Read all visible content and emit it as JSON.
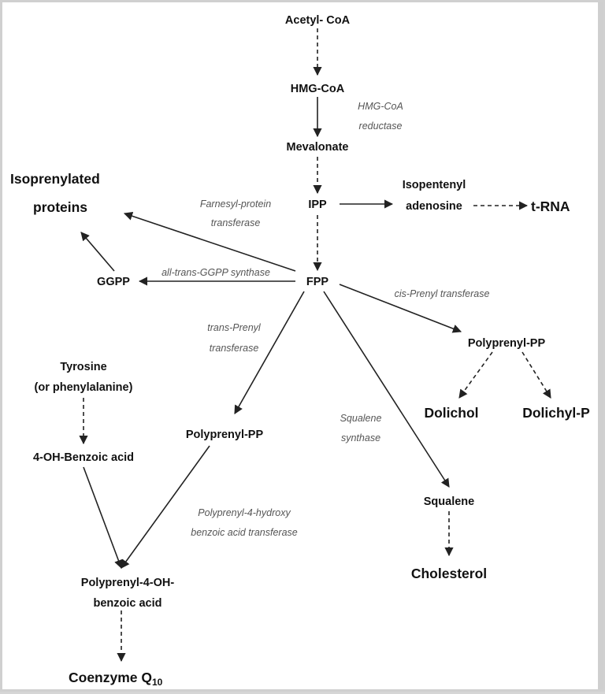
{
  "nodes": {
    "acetyl_coa": "Acetyl- CoA",
    "hmg_coa": "HMG-CoA",
    "mevalonate": "Mevalonate",
    "ipp": "IPP",
    "isopentenyl_line1": "Isopentenyl",
    "isopentenyl_line2": "adenosine",
    "trna": "t-RNA",
    "isoprenylated_line1": "Isoprenylated",
    "isoprenylated_line2": "proteins",
    "ggpp": "GGPP",
    "fpp": "FPP",
    "polyprenyl_pp_right": "Polyprenyl-PP",
    "dolichol": "Dolichol",
    "dolichyl_p": "Dolichyl-P",
    "tyrosine_line1": "Tyrosine",
    "tyrosine_line2": "(or phenylalanine)",
    "oh_benzoic": "4-OH-Benzoic acid",
    "polyprenyl_pp_left": "Polyprenyl-PP",
    "squalene": "Squalene",
    "cholesterol": "Cholesterol",
    "polyprenyl_4oh_line1": "Polyprenyl-4-OH-",
    "polyprenyl_4oh_line2": "benzoic acid",
    "coenzyme_q": "Coenzyme Q",
    "coenzyme_q_sub": "10"
  },
  "enzymes": {
    "hmg_reductase_line1": "HMG-CoA",
    "hmg_reductase_line2": "reductase",
    "farnesyl_line1": "Farnesyl-protein",
    "farnesyl_line2": "transferase",
    "ggpp_synthase": "all-trans-GGPP synthase",
    "cis_prenyl": "cis-Prenyl transferase",
    "trans_prenyl_line1": "trans-Prenyl",
    "trans_prenyl_line2": "transferase",
    "squalene_synthase_line1": "Squalene",
    "squalene_synthase_line2": "synthase",
    "polyprenyl_transferase_line1": "Polyprenyl-4-hydroxy",
    "polyprenyl_transferase_line2": "benzoic acid transferase"
  }
}
